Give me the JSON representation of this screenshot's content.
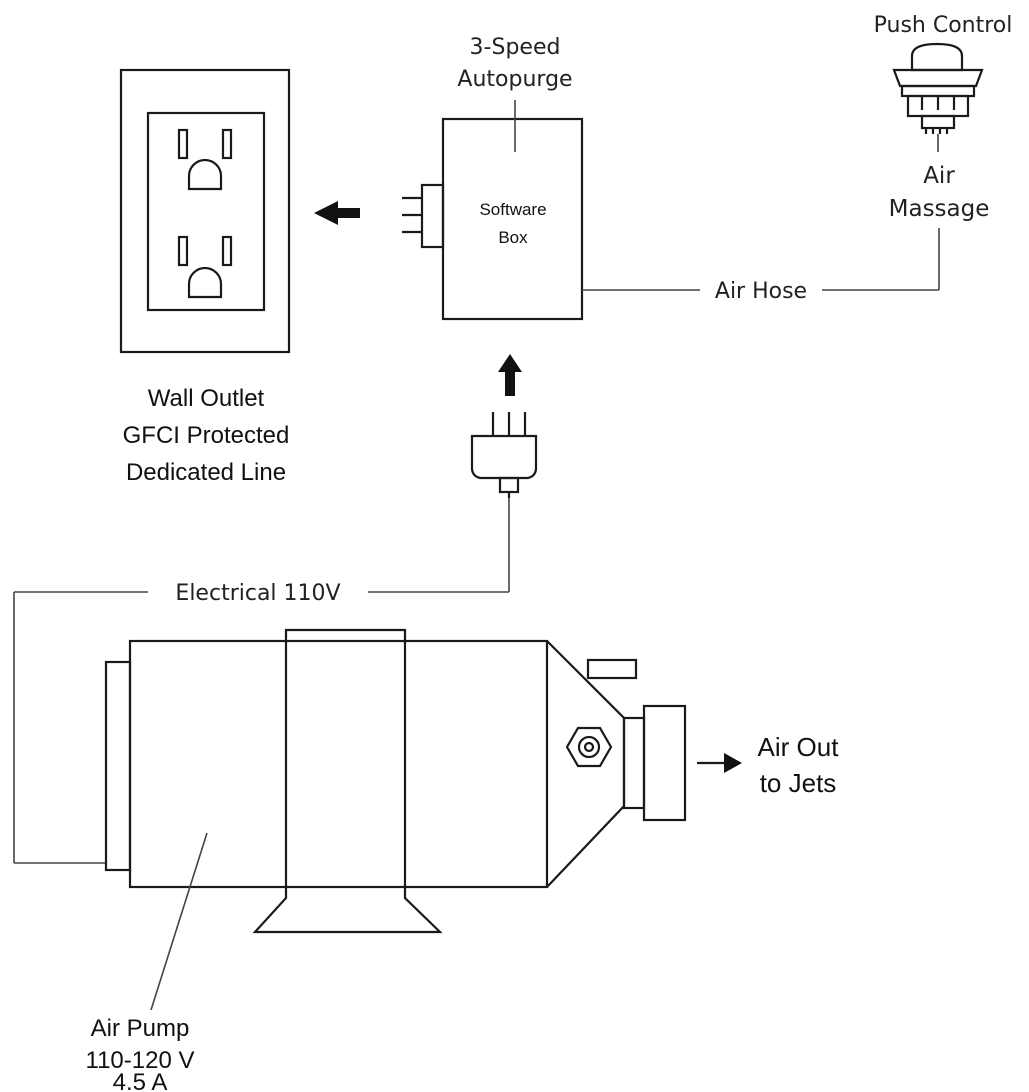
{
  "labels": {
    "push_control": "Push Control",
    "autopurge_line1": "3-Speed",
    "autopurge_line2": "Autopurge",
    "software_box_line1": "Software",
    "software_box_line2": "Box",
    "air_massage_line1": "Air",
    "air_massage_line2": "Massage",
    "air_hose": "Air Hose",
    "wall_outlet_line1": "Wall Outlet",
    "wall_outlet_line2": "GFCI Protected",
    "wall_outlet_line3": "Dedicated Line",
    "electrical": "Electrical 110V",
    "air_out_line1": "Air Out",
    "air_out_line2": "to Jets",
    "air_pump_line1": "Air Pump",
    "air_pump_line2": "110-120 V",
    "air_pump_line3": "4.5 A"
  }
}
